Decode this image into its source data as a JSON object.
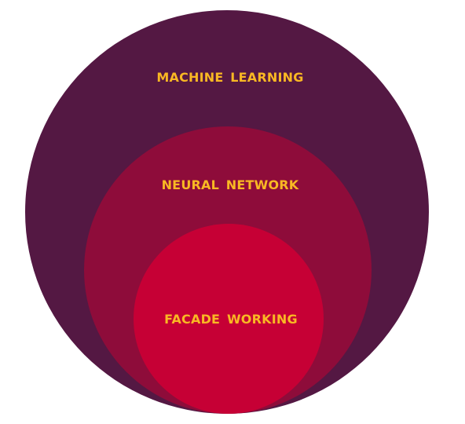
{
  "diagram": {
    "layers": [
      {
        "label": "MACHINE LEARNING",
        "color": "#541843"
      },
      {
        "label": "NEURAL NETWORK",
        "color": "#8E0C3A"
      },
      {
        "label": "FACADE WORKING",
        "color": "#C60035"
      }
    ],
    "label_color": "#F9B823"
  }
}
